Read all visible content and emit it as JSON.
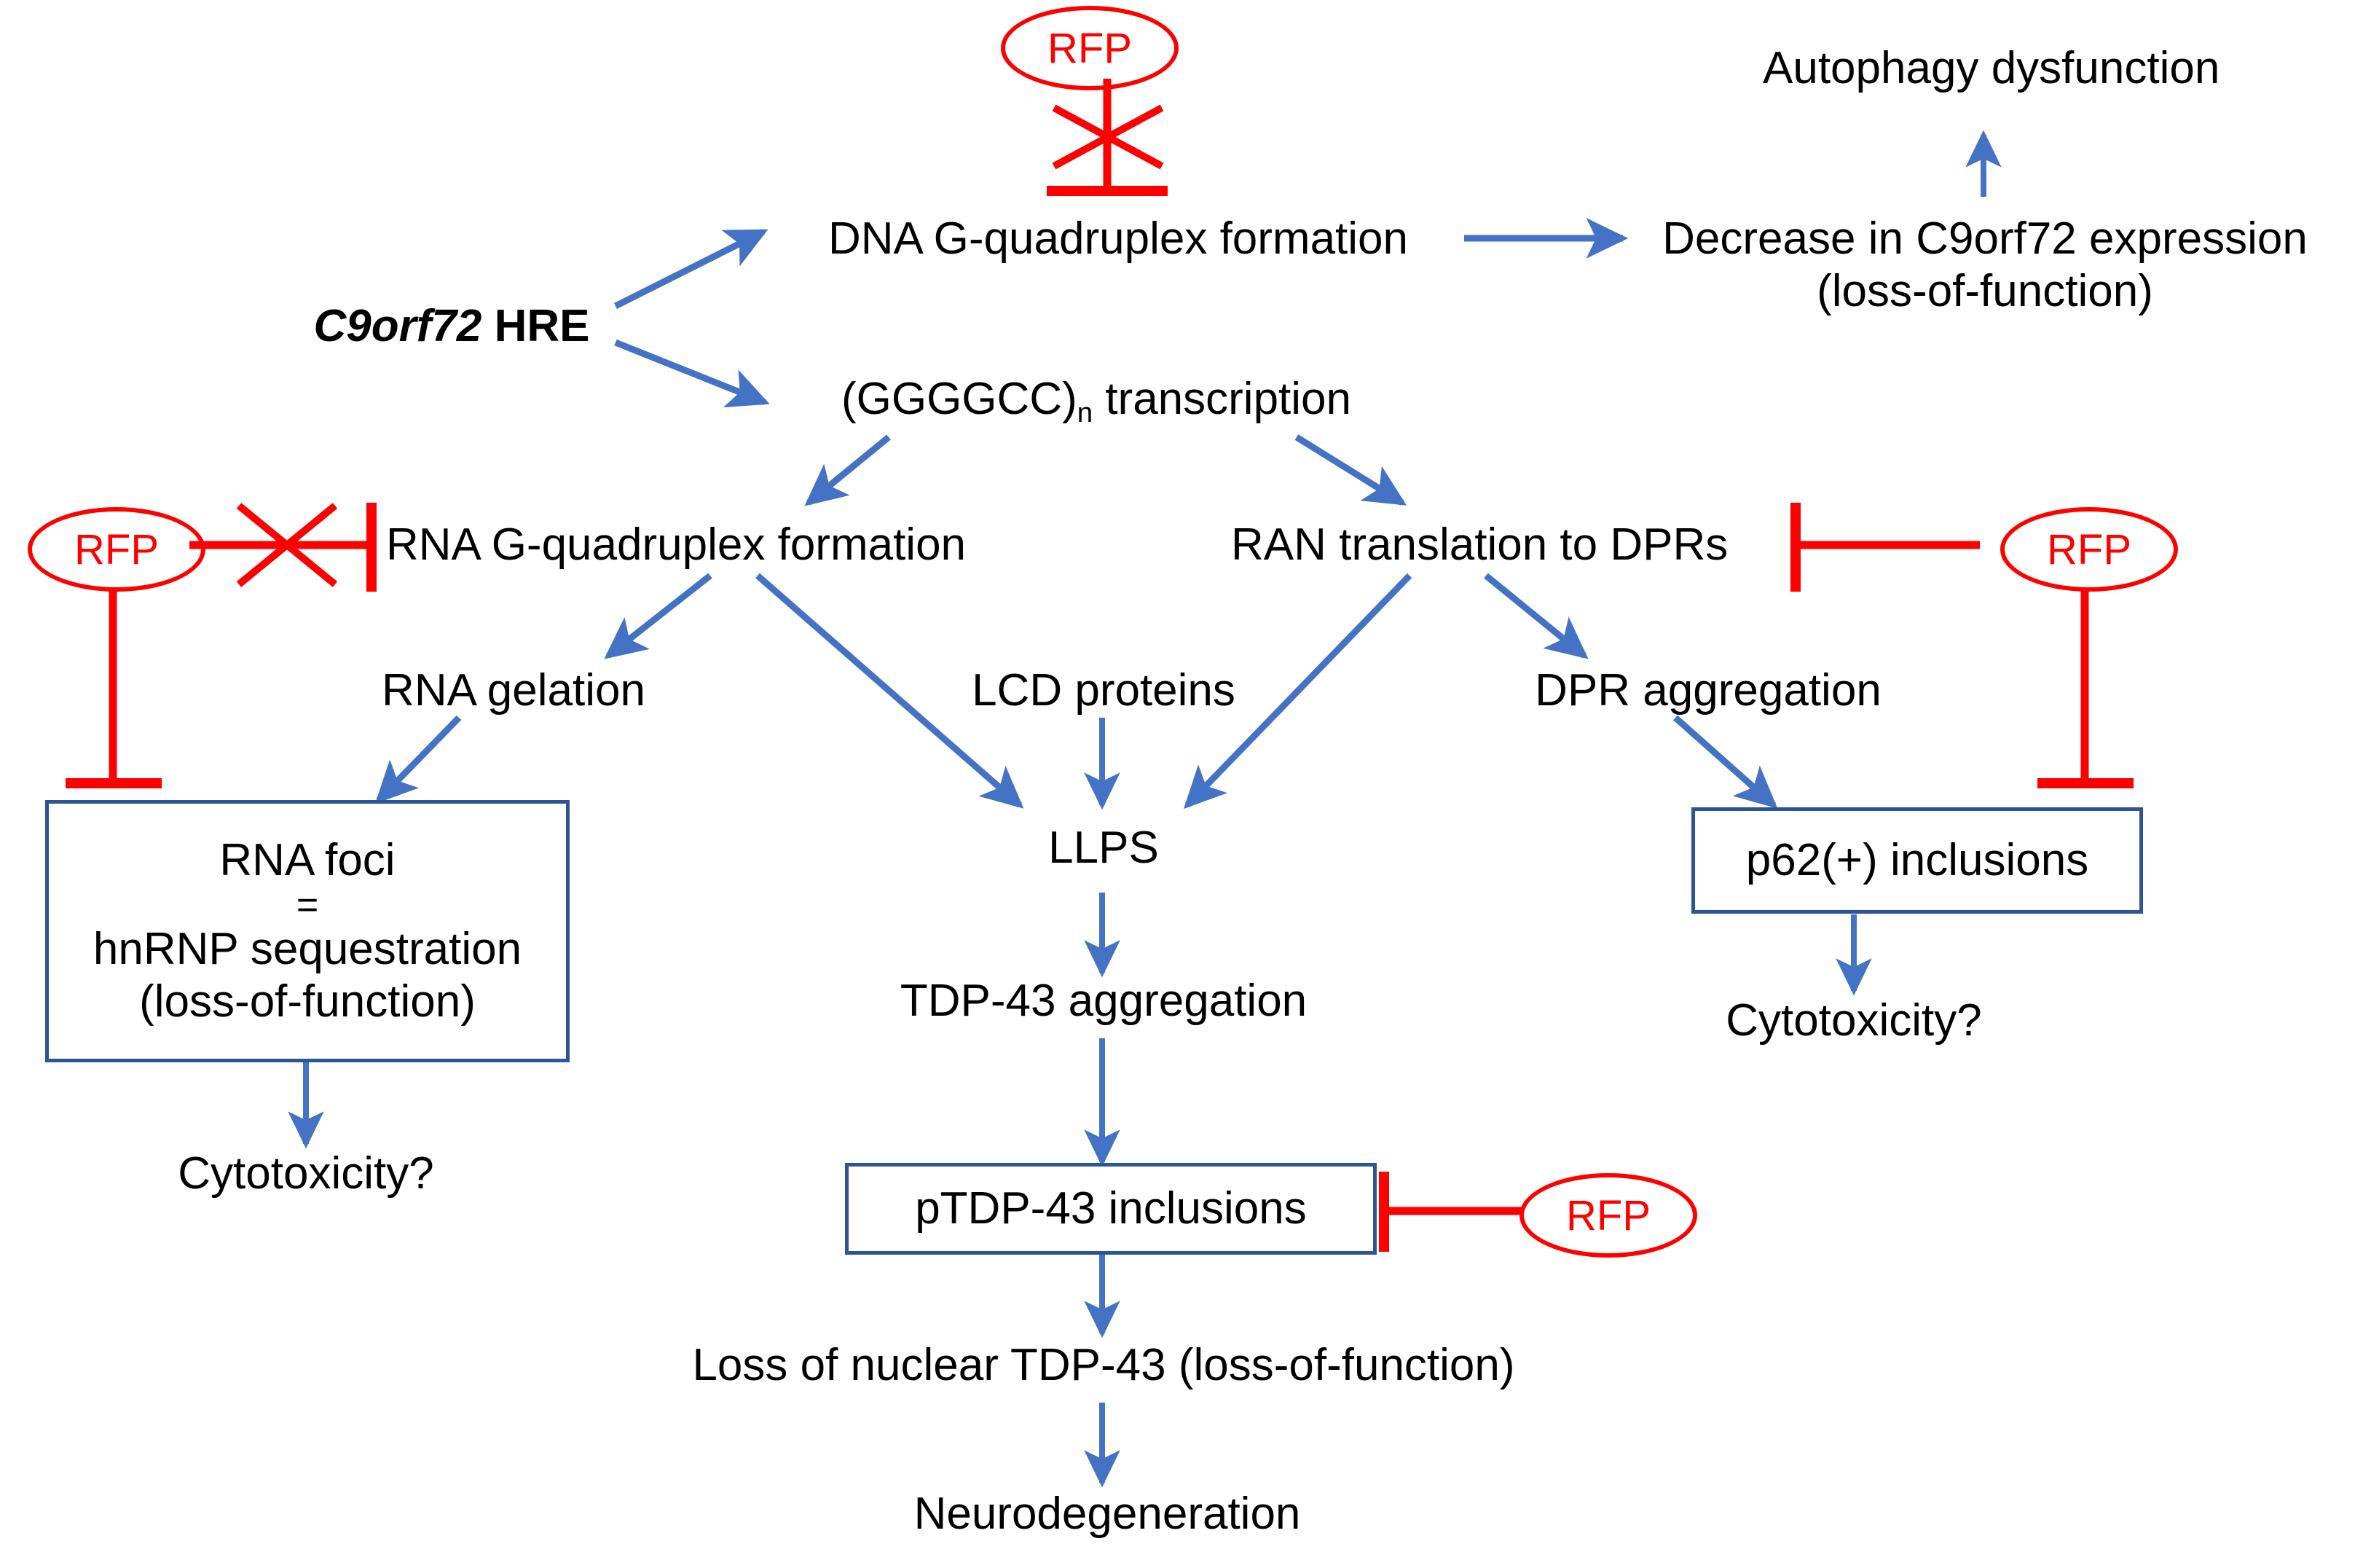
{
  "colors": {
    "arrow_blue": "#4472C4",
    "box_border": "#2F5496",
    "inhibitor_red": "#FF0000",
    "text_black": "#000000",
    "background": "#FFFFFF"
  },
  "diagram": {
    "title_source": "C9orf72 HRE pathogenic cascade and RFP intervention points",
    "nodes": {
      "c9orf72_hre_gene": "C9orf72",
      "c9orf72_hre_suffix": " HRE",
      "dna_g_quadruplex": "DNA G-quadruplex formation",
      "decrease_expression_line1": "Decrease in C9orf72 expression",
      "decrease_expression_line2": "(loss-of-function)",
      "autophagy_dysfunction": "Autophagy dysfunction",
      "ggggcc_prefix": "(GGGGCC)",
      "ggggcc_sub": "n",
      "ggggcc_suffix": " transcription",
      "rna_g_quadruplex": "RNA G-quadruplex formation",
      "ran_translation": "RAN translation to DPRs",
      "rna_gelation": "RNA gelation",
      "lcd_proteins": "LCD proteins",
      "dpr_aggregation": "DPR aggregation",
      "rna_foci_line1": "RNA foci",
      "rna_foci_equals": "=",
      "rna_foci_line3": "hnRNP sequestration",
      "rna_foci_line4": "(loss-of-function)",
      "llps": "LLPS",
      "p62_inclusions": "p62(+) inclusions",
      "cytotoxicity_left": "Cytotoxicity?",
      "cytotoxicity_right": "Cytotoxicity?",
      "tdp43_aggregation": "TDP-43 aggregation",
      "ptdp43_inclusions": "pTDP-43 inclusions",
      "loss_nuclear_tdp43": "Loss of nuclear TDP-43 (loss-of-function)",
      "neurodegeneration": "Neurodegeneration"
    },
    "rfp_markers": [
      {
        "id": "rfp-top",
        "label": "RFP",
        "target": "DNA G-quadruplex formation",
        "blocked": true
      },
      {
        "id": "rfp-left",
        "label": "RFP",
        "target": "RNA G-quadruplex formation",
        "blocked": true
      },
      {
        "id": "rfp-right",
        "label": "RFP",
        "target": "RAN translation to DPRs",
        "blocked": false
      },
      {
        "id": "rfp-bottom",
        "label": "RFP",
        "target": "pTDP-43 inclusions",
        "blocked": false
      }
    ]
  },
  "chart_data": {
    "type": "diagram",
    "title": "C9orf72 HRE pathomechanism with RFP inhibition points",
    "edges": [
      {
        "from": "C9orf72 HRE",
        "to": "DNA G-quadruplex formation",
        "kind": "promote"
      },
      {
        "from": "C9orf72 HRE",
        "to": "(GGGGCC)n transcription",
        "kind": "promote"
      },
      {
        "from": "DNA G-quadruplex formation",
        "to": "Decrease in C9orf72 expression (loss-of-function)",
        "kind": "promote"
      },
      {
        "from": "Decrease in C9orf72 expression (loss-of-function)",
        "to": "Autophagy dysfunction",
        "kind": "promote"
      },
      {
        "from": "(GGGGCC)n transcription",
        "to": "RNA G-quadruplex formation",
        "kind": "promote"
      },
      {
        "from": "(GGGGCC)n transcription",
        "to": "RAN translation to DPRs",
        "kind": "promote"
      },
      {
        "from": "RNA G-quadruplex formation",
        "to": "RNA gelation",
        "kind": "promote"
      },
      {
        "from": "RNA G-quadruplex formation",
        "to": "LLPS",
        "kind": "promote"
      },
      {
        "from": "RNA gelation",
        "to": "RNA foci = hnRNP sequestration (loss-of-function)",
        "kind": "promote"
      },
      {
        "from": "RNA foci = hnRNP sequestration (loss-of-function)",
        "to": "Cytotoxicity?",
        "kind": "promote"
      },
      {
        "from": "LCD proteins",
        "to": "LLPS",
        "kind": "promote"
      },
      {
        "from": "RAN translation to DPRs",
        "to": "LLPS",
        "kind": "promote"
      },
      {
        "from": "RAN translation to DPRs",
        "to": "DPR aggregation",
        "kind": "promote"
      },
      {
        "from": "DPR aggregation",
        "to": "p62(+) inclusions",
        "kind": "promote"
      },
      {
        "from": "p62(+) inclusions",
        "to": "Cytotoxicity?",
        "kind": "promote"
      },
      {
        "from": "LLPS",
        "to": "TDP-43 aggregation",
        "kind": "promote"
      },
      {
        "from": "TDP-43 aggregation",
        "to": "pTDP-43 inclusions",
        "kind": "promote"
      },
      {
        "from": "pTDP-43 inclusions",
        "to": "Loss of nuclear TDP-43 (loss-of-function)",
        "kind": "promote"
      },
      {
        "from": "Loss of nuclear TDP-43 (loss-of-function)",
        "to": "Neurodegeneration",
        "kind": "promote"
      },
      {
        "from": "RFP",
        "to": "DNA G-quadruplex formation",
        "kind": "inhibit-blocked"
      },
      {
        "from": "RFP",
        "to": "RNA G-quadruplex formation",
        "kind": "inhibit-blocked"
      },
      {
        "from": "RFP",
        "to": "RNA foci = hnRNP sequestration (loss-of-function)",
        "kind": "inhibit"
      },
      {
        "from": "RFP",
        "to": "RAN translation to DPRs",
        "kind": "inhibit"
      },
      {
        "from": "RFP",
        "to": "p62(+) inclusions",
        "kind": "inhibit"
      },
      {
        "from": "RFP",
        "to": "pTDP-43 inclusions",
        "kind": "inhibit"
      }
    ]
  }
}
